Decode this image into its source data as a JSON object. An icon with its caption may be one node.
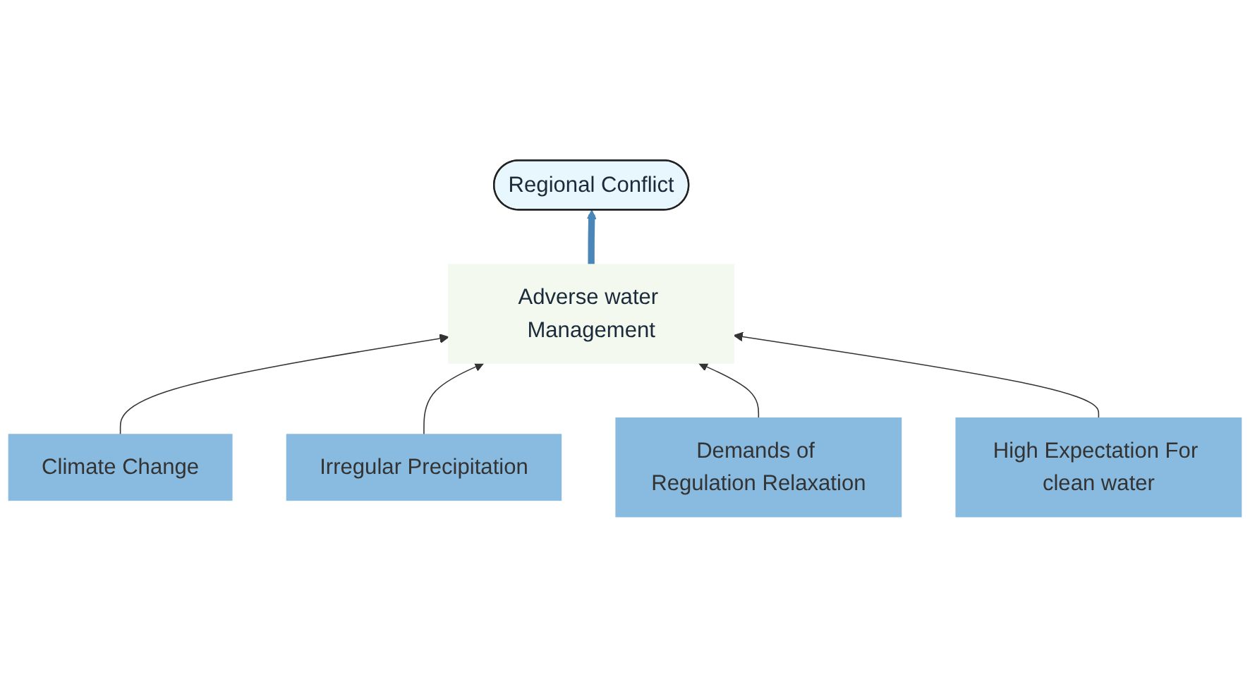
{
  "diagram": {
    "nodes": [
      {
        "text": [
          "Regional Conflict"
        ]
      },
      {
        "text": [
          "Climate Change"
        ]
      },
      {
        "text": [
          "Irregular Precipitation"
        ]
      },
      {
        "text": [
          "Adverse water Management"
        ]
      },
      {
        "text": [
          "Demands of Regulation Relaxation"
        ]
      },
      {
        "text": [
          "High Expectation For clean water"
        ]
      }
    ],
    "edges": [
      {
        "from": 1,
        "to": 3,
        "arrow": "to"
      },
      {
        "from": 2,
        "to": 3,
        "arrow": "to"
      },
      {
        "from": 4,
        "to": 3,
        "arrow": "to"
      },
      {
        "from": 5,
        "to": 3,
        "arrow": "to"
      },
      {
        "from": 3,
        "to": 0,
        "arrow": "to",
        "style": "thick",
        "color": "#4a86b8"
      }
    ]
  }
}
